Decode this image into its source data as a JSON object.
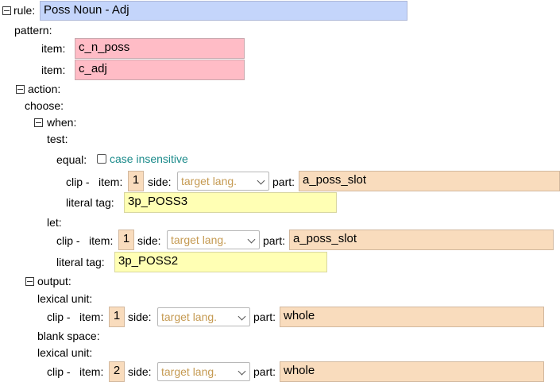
{
  "rule": {
    "label": "rule:",
    "name": "Poss Noun - Adj",
    "pattern_label": "pattern:",
    "items": [
      {
        "label": "item:",
        "value": "c_n_poss"
      },
      {
        "label": "item:",
        "value": "c_adj"
      }
    ],
    "action_label": "action:",
    "choose_label": "choose:",
    "when_label": "when:",
    "test_label": "test:",
    "equal_label": "equal:",
    "case_insensitive": "case insensitive",
    "test_clip": {
      "clip_label": "clip -",
      "item_label": "item:",
      "item": "1",
      "side_label": "side:",
      "side": "target lang.",
      "part_label": "part:",
      "part": "a_poss_slot"
    },
    "test_literal": {
      "label": "literal tag:",
      "value": "3p_POSS3"
    },
    "let_label": "let:",
    "let_clip": {
      "clip_label": "clip -",
      "item_label": "item:",
      "item": "1",
      "side_label": "side:",
      "side": "target lang.",
      "part_label": "part:",
      "part": "a_poss_slot"
    },
    "let_literal": {
      "label": "literal tag:",
      "value": "3p_POSS2"
    },
    "output_label": "output:",
    "lexical_unit_label": "lexical unit:",
    "out_clip_1": {
      "clip_label": "clip -",
      "item_label": "item:",
      "item": "1",
      "side_label": "side:",
      "side": "target lang.",
      "part_label": "part:",
      "part": "whole"
    },
    "blank_space_label": "blank space:",
    "lexical_unit_2_label": "lexical unit:",
    "out_clip_2": {
      "clip_label": "clip -",
      "item_label": "item:",
      "item": "2",
      "side_label": "side:",
      "side": "target lang.",
      "part_label": "part:",
      "part": "whole"
    }
  }
}
